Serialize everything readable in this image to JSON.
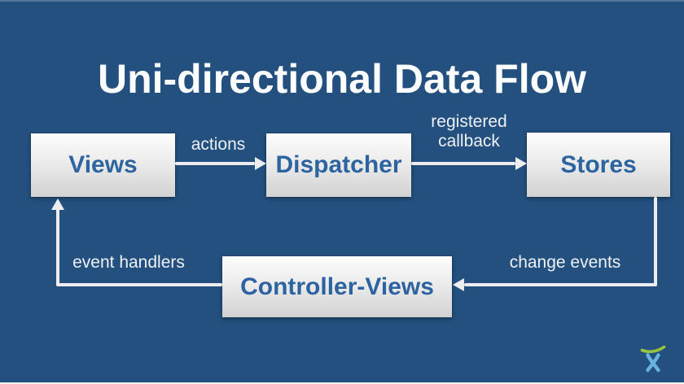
{
  "slide": {
    "title": "Uni-directional Data Flow"
  },
  "colors": {
    "background": "#23507e",
    "box_text": "#2d64a0",
    "arrow": "#ededef",
    "label_text": "#eef1f5",
    "logo_blue": "#68b1e0",
    "logo_green": "#97c440"
  },
  "nodes": {
    "views": "Views",
    "dispatcher": "Dispatcher",
    "stores": "Stores",
    "controller_views": "Controller-Views"
  },
  "edges": {
    "actions": {
      "label": "actions",
      "from": "views",
      "to": "dispatcher"
    },
    "registered_callback": {
      "label_line1": "registered",
      "label_line2": "callback",
      "from": "dispatcher",
      "to": "stores"
    },
    "change_events": {
      "label": "change events",
      "from": "stores",
      "to": "controller_views"
    },
    "event_handlers": {
      "label": "event handlers",
      "from": "controller_views",
      "to": "views"
    }
  },
  "icons": {
    "logo": "atlassian-logo"
  }
}
